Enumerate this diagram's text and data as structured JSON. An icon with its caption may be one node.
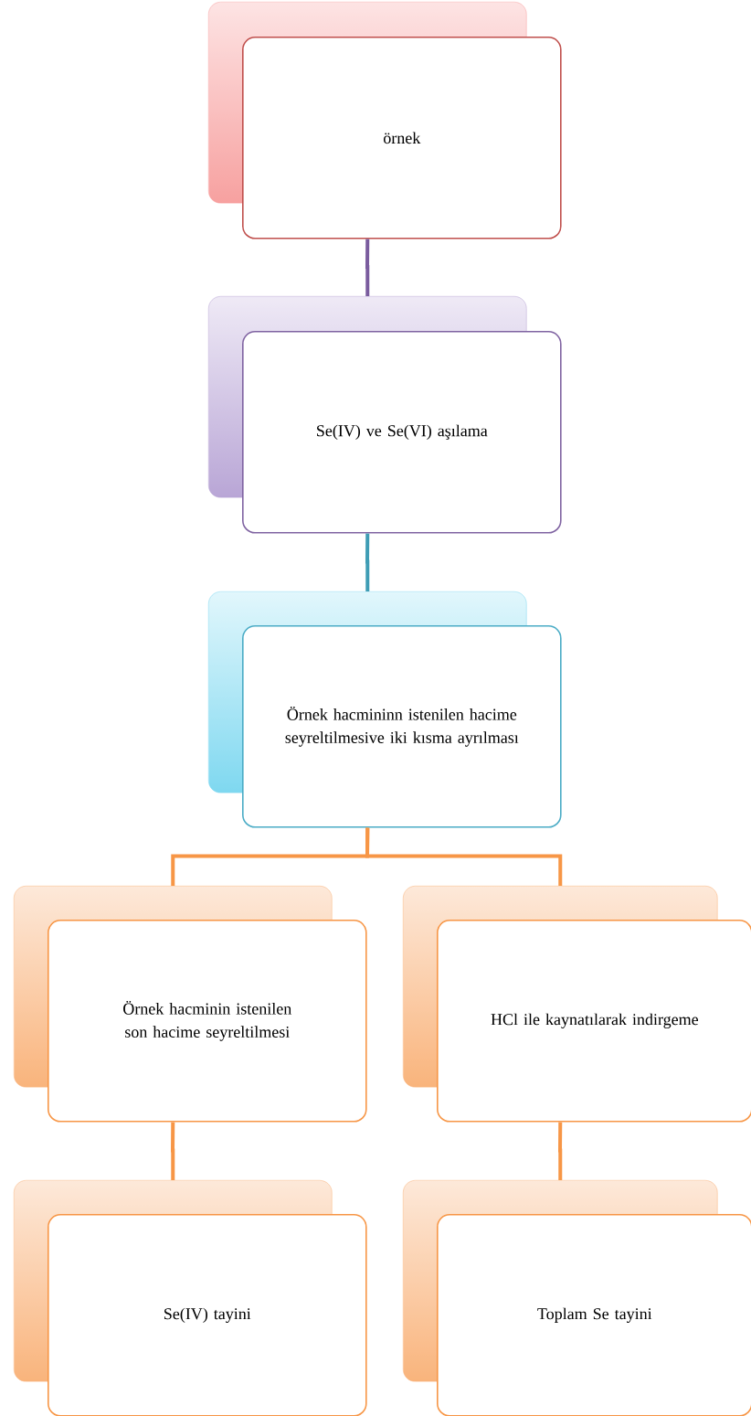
{
  "diagram": {
    "nodes": [
      {
        "text": [
          "örnek"
        ]
      },
      {
        "text": [
          "Se(IV) ve Se(VI) aşılama"
        ]
      },
      {
        "text": [
          "Örnek hacmininn istenilen hacime seyreltilmesive iki kısma ayrılması"
        ]
      },
      {
        "text": [
          "Örnek hacminin istenilen son hacime seyreltilmesi"
        ]
      },
      {
        "text": [
          "HCl ile kaynatılarak indirgeme"
        ]
      },
      {
        "text": [
          "Se(IV) tayini"
        ]
      },
      {
        "text": [
          "Toplam Se tayini"
        ]
      }
    ],
    "edges": [
      {
        "from": 0,
        "to": 1,
        "arrow": "none",
        "color": "#7a5c9e"
      },
      {
        "from": 1,
        "to": 2,
        "arrow": "none",
        "color": "#3f9db5"
      },
      {
        "from": 2,
        "to": 3,
        "arrow": "none"
      },
      {
        "from": 2,
        "to": 4,
        "arrow": "none"
      },
      {
        "from": 3,
        "to": 5,
        "arrow": "none"
      },
      {
        "from": 4,
        "to": 6,
        "arrow": "none"
      }
    ]
  }
}
